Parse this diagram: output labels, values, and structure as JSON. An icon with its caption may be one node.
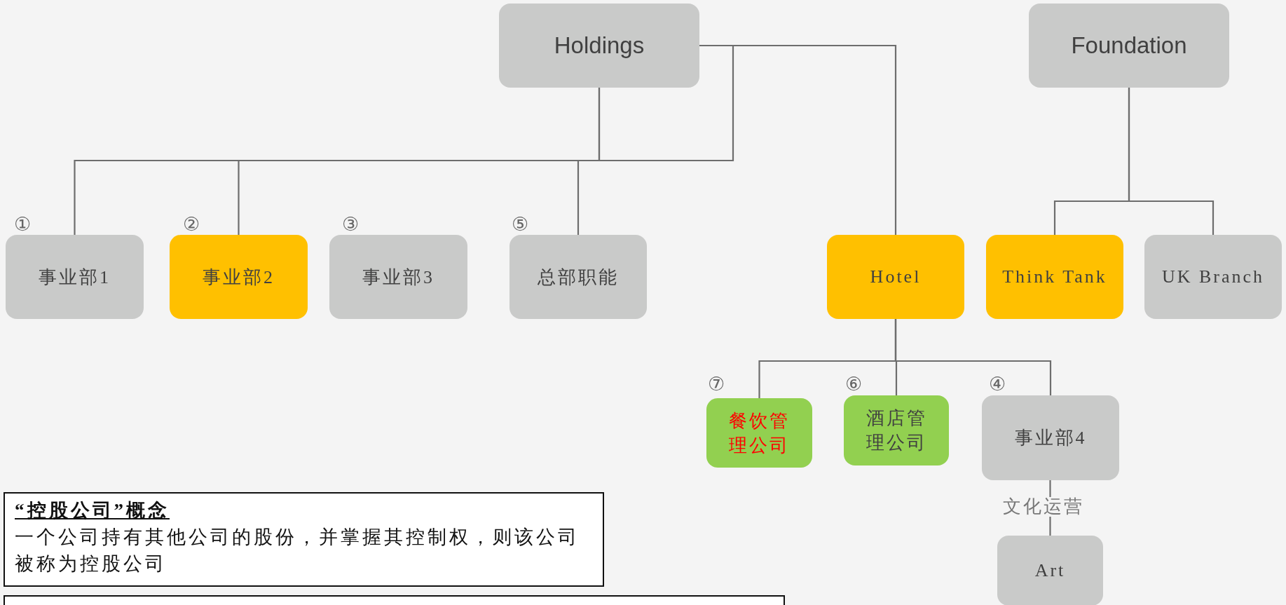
{
  "diagram": {
    "nodes": [
      {
        "text": [
          "Holdings"
        ]
      },
      {
        "text": [
          "Foundation"
        ]
      },
      {
        "text": [
          "事业部1"
        ]
      },
      {
        "text": [
          "事业部2"
        ]
      },
      {
        "text": [
          "事业部3"
        ]
      },
      {
        "text": [
          "总部职能"
        ]
      },
      {
        "text": [
          "Hotel"
        ]
      },
      {
        "text": [
          "Think Tank"
        ]
      },
      {
        "text": [
          "UK Branch"
        ]
      },
      {
        "text": [
          "餐饮管理公司"
        ]
      },
      {
        "text": [
          "酒店管理公司"
        ]
      },
      {
        "text": [
          "事业部4"
        ]
      },
      {
        "text": [
          "Art"
        ]
      },
      {
        "text": [
          "“控股公司”概念",
          "一个公司持有其他公司的股份，并掌握其控制权，则该公司被称为控股公司"
        ]
      },
      {
        "text": [],
        "shape": "box"
      }
    ],
    "edges": [
      {
        "from": 0,
        "to": 2,
        "arrow": "none"
      },
      {
        "from": 0,
        "to": 3,
        "arrow": "none"
      },
      {
        "from": 0,
        "to": 5,
        "arrow": "none"
      },
      {
        "from": 0,
        "to": 6,
        "arrow": "none"
      },
      {
        "from": 1,
        "to": 7,
        "arrow": "none"
      },
      {
        "from": 1,
        "to": 8,
        "arrow": "none"
      },
      {
        "from": 6,
        "to": 9,
        "arrow": "none"
      },
      {
        "from": 6,
        "to": 10,
        "arrow": "none"
      },
      {
        "from": 6,
        "to": 11,
        "arrow": "none"
      },
      {
        "from": 11,
        "to": 12,
        "arrow": "none",
        "label": "文化运营"
      }
    ],
    "labels": [
      "①",
      "②",
      "③",
      "⑤",
      "⑦",
      "⑥",
      "④"
    ]
  }
}
